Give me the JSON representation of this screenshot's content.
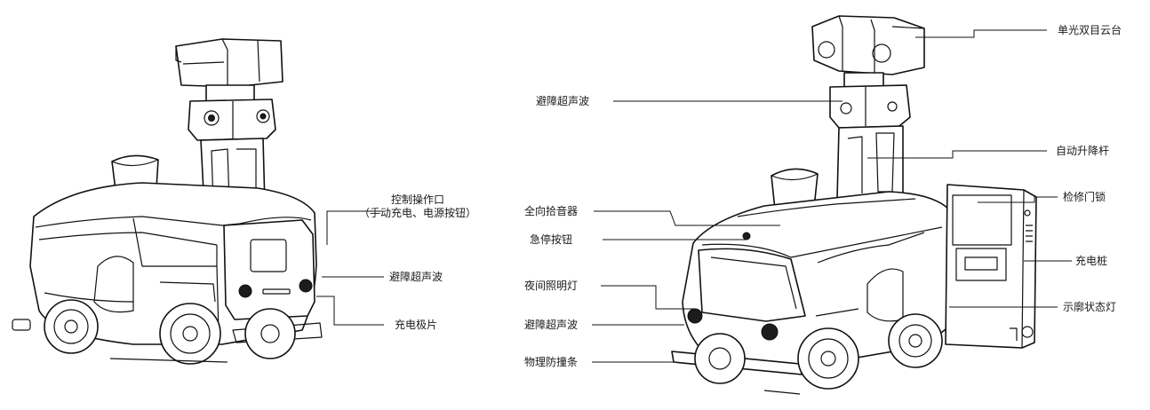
{
  "left_robot": {
    "labels": {
      "control_port": "控制操作口",
      "control_port_detail": "（手动充电、电源按钮）",
      "ultrasonic_rear": "避障超声波",
      "charging_plate": "充电极片"
    }
  },
  "right_robot": {
    "labels": {
      "ptz": "单光双目云台",
      "ultrasonic_top": "避障超声波",
      "lift_pole": "自动升降杆",
      "mic": "全向拾音器",
      "estop": "急停按钮",
      "night_light": "夜间照明灯",
      "ultrasonic_front": "避障超声波",
      "bumper": "物理防撞条",
      "door_lock": "检修门锁",
      "charging_pile": "充电桩",
      "outline_light": "示廓状态灯"
    }
  }
}
